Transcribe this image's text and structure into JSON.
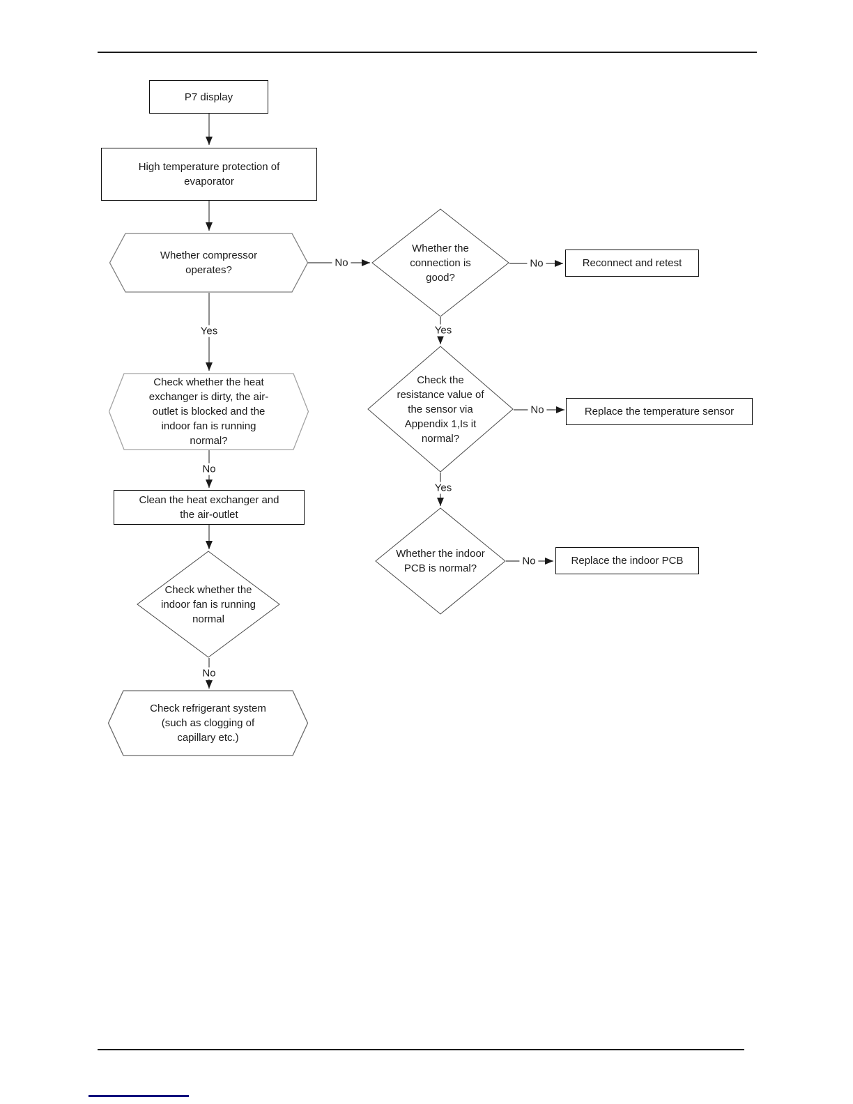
{
  "flowchart": {
    "nodes": {
      "p7_display": {
        "label": [
          "P7 display"
        ]
      },
      "high_temp_protection": {
        "label": [
          "High temperature protection of",
          "evaporator"
        ]
      },
      "compressor_operates": {
        "label": [
          "Whether compressor",
          "operates?"
        ]
      },
      "connection_good": {
        "label": [
          "Whether the",
          "connection is",
          "good?"
        ]
      },
      "reconnect_retest": {
        "label": [
          "Reconnect and retest"
        ]
      },
      "heat_exchanger_check": {
        "label": [
          "Check whether the heat",
          "exchanger is dirty, the air-",
          "outlet is blocked and the",
          "indoor fan is running",
          "normal?"
        ]
      },
      "resistance_check": {
        "label": [
          "Check the",
          "resistance value of",
          "the sensor via",
          "Appendix 1,Is it",
          "normal?"
        ]
      },
      "replace_temp_sensor": {
        "label": [
          "Replace the temperature sensor"
        ]
      },
      "clean_heat_exchanger": {
        "label": [
          "Clean the heat exchanger and",
          "the air-outlet"
        ]
      },
      "indoor_pcb_normal": {
        "label": [
          "Whether the indoor",
          "PCB is normal?"
        ]
      },
      "replace_indoor_pcb": {
        "label": [
          "Replace the indoor PCB"
        ]
      },
      "indoor_fan_check": {
        "label": [
          "Check whether the",
          "indoor fan is running",
          "normal"
        ]
      },
      "refrigerant_check": {
        "label": [
          "Check refrigerant system",
          "(such as clogging of",
          "capillary etc.)"
        ]
      }
    },
    "edge_labels": {
      "compressor_no": "No",
      "compressor_yes": "Yes",
      "connection_no": "No",
      "connection_yes": "Yes",
      "resistance_no": "No",
      "resistance_yes": "Yes",
      "heat_exchanger_no": "No",
      "pcb_no": "No",
      "fan_no": "No"
    }
  }
}
